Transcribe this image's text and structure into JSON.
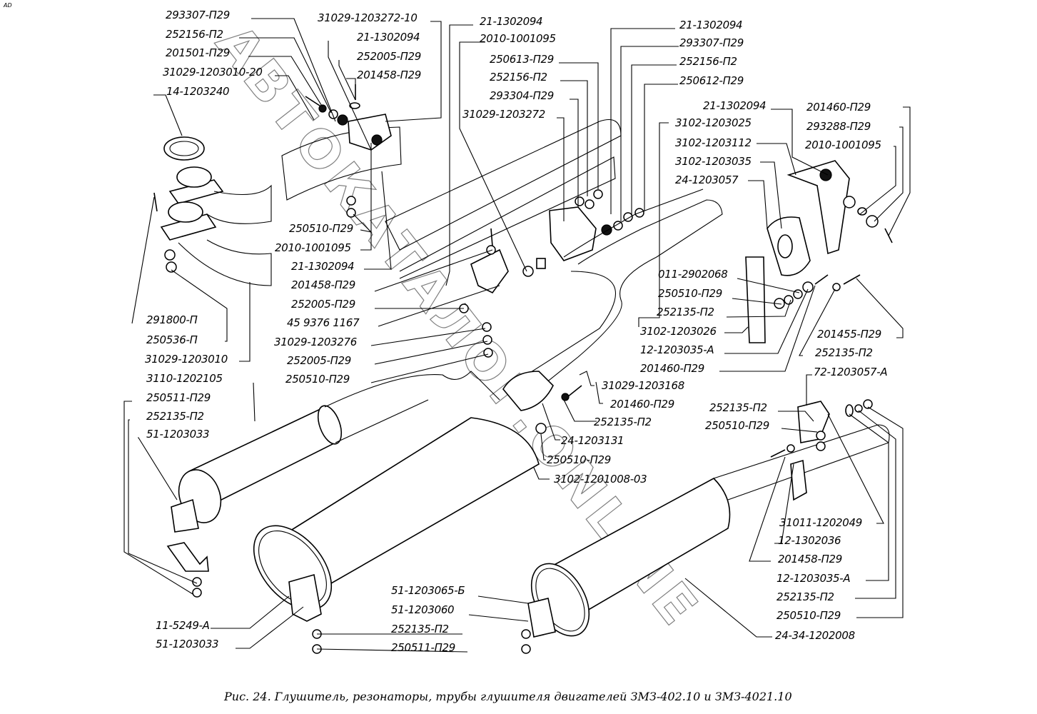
{
  "corner_mark": "АD",
  "watermark": "АВТОКАТАЛОГ.ONLINE",
  "caption": "Рис. 24. Глушитель, резонаторы, трубы глушителя двигателей ЗМЗ-402.10 и ЗМЗ-4021.10",
  "labels": [
    {
      "id": "l1",
      "text": "293307-П29"
    },
    {
      "id": "l2",
      "text": "252156-П2"
    },
    {
      "id": "l3",
      "text": "201501-П29"
    },
    {
      "id": "l4",
      "text": "31029-1203010-20"
    },
    {
      "id": "l5",
      "text": "14-1203240"
    },
    {
      "id": "l6",
      "text": "31029-1203272-10"
    },
    {
      "id": "l7",
      "text": "21-1302094"
    },
    {
      "id": "l8",
      "text": "252005-П29"
    },
    {
      "id": "l9",
      "text": "201458-П29"
    },
    {
      "id": "l10",
      "text": "21-1302094"
    },
    {
      "id": "l11",
      "text": "2010-1001095"
    },
    {
      "id": "l12",
      "text": "250613-П29"
    },
    {
      "id": "l13",
      "text": "252156-П2"
    },
    {
      "id": "l14",
      "text": "293304-П29"
    },
    {
      "id": "l15",
      "text": "31029-1203272"
    },
    {
      "id": "l16",
      "text": "21-1302094"
    },
    {
      "id": "l17",
      "text": "293307-П29"
    },
    {
      "id": "l18",
      "text": "252156-П2"
    },
    {
      "id": "l19",
      "text": "250612-П29"
    },
    {
      "id": "l20",
      "text": "21-1302094"
    },
    {
      "id": "l21",
      "text": "3102-1203025"
    },
    {
      "id": "l22",
      "text": "3102-1203112"
    },
    {
      "id": "l23",
      "text": "3102-1203035"
    },
    {
      "id": "l24",
      "text": "24-1203057"
    },
    {
      "id": "l25",
      "text": "201460-П29"
    },
    {
      "id": "l26",
      "text": "293288-П29"
    },
    {
      "id": "l27",
      "text": "2010-1001095"
    },
    {
      "id": "l28",
      "text": "250510-П29"
    },
    {
      "id": "l29",
      "text": "2010-1001095"
    },
    {
      "id": "l30",
      "text": "21-1302094"
    },
    {
      "id": "l31",
      "text": "201458-П29"
    },
    {
      "id": "l32",
      "text": "252005-П29"
    },
    {
      "id": "l33",
      "text": "45 9376 1167"
    },
    {
      "id": "l34",
      "text": "31029-1203276"
    },
    {
      "id": "l35",
      "text": "252005-П29"
    },
    {
      "id": "l36",
      "text": "250510-П29"
    },
    {
      "id": "l37",
      "text": "291800-П"
    },
    {
      "id": "l38",
      "text": "250536-П"
    },
    {
      "id": "l39",
      "text": "31029-1203010"
    },
    {
      "id": "l40",
      "text": "3110-1202105"
    },
    {
      "id": "l41",
      "text": "250511-П29"
    },
    {
      "id": "l42",
      "text": "252135-П2"
    },
    {
      "id": "l43",
      "text": "51-1203033"
    },
    {
      "id": "l44",
      "text": "011-2902068"
    },
    {
      "id": "l45",
      "text": "250510-П29"
    },
    {
      "id": "l46",
      "text": "252135-П2"
    },
    {
      "id": "l47",
      "text": "3102-1203026"
    },
    {
      "id": "l48",
      "text": "12-1203035-А"
    },
    {
      "id": "l49",
      "text": "201460-П29"
    },
    {
      "id": "l50",
      "text": "201455-П29"
    },
    {
      "id": "l51",
      "text": "252135-П2"
    },
    {
      "id": "l52",
      "text": "72-1203057-А"
    },
    {
      "id": "l53",
      "text": "31029-1203168"
    },
    {
      "id": "l54",
      "text": "201460-П29"
    },
    {
      "id": "l55",
      "text": "252135-П2"
    },
    {
      "id": "l56",
      "text": "24-1203131"
    },
    {
      "id": "l57",
      "text": "250510-П29"
    },
    {
      "id": "l58",
      "text": "3102-1201008-03"
    },
    {
      "id": "l59",
      "text": "252135-П2"
    },
    {
      "id": "l60",
      "text": "250510-П29"
    },
    {
      "id": "l61",
      "text": "31011-1202049"
    },
    {
      "id": "l62",
      "text": "12-1302036"
    },
    {
      "id": "l63",
      "text": "201458-П29"
    },
    {
      "id": "l64",
      "text": "12-1203035-А"
    },
    {
      "id": "l65",
      "text": "252135-П2"
    },
    {
      "id": "l66",
      "text": "250510-П29"
    },
    {
      "id": "l67",
      "text": "24-34-1202008"
    },
    {
      "id": "l68",
      "text": "51-1203065-Б"
    },
    {
      "id": "l69",
      "text": "51-1203060"
    },
    {
      "id": "l70",
      "text": "252135-П2"
    },
    {
      "id": "l71",
      "text": "250511-П29"
    },
    {
      "id": "l72",
      "text": "11-5249-А"
    },
    {
      "id": "l73",
      "text": "51-1203033"
    }
  ]
}
